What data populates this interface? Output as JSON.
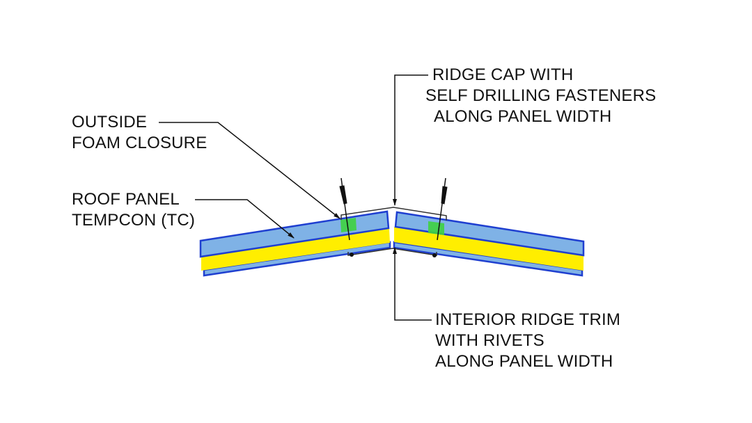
{
  "labels": {
    "outside_foam": [
      "OUTSIDE",
      "FOAM CLOSURE"
    ],
    "roof_panel": [
      "ROOF PANEL",
      "TEMPCON (TC)"
    ],
    "ridge_cap": [
      "RIDGE CAP WITH",
      "SELF DRILLING FASTENERS",
      "ALONG PANEL WIDTH"
    ],
    "interior_trim": [
      "INTERIOR RIDGE TRIM",
      "WITH RIVETS",
      "ALONG PANEL WIDTH"
    ]
  },
  "colors": {
    "panel_skin": "#1f3fd0",
    "panel_blue": "#7fb2e6",
    "insulation": "#ffee00",
    "foam_closure": "#3fd23f",
    "line": "#111111"
  }
}
